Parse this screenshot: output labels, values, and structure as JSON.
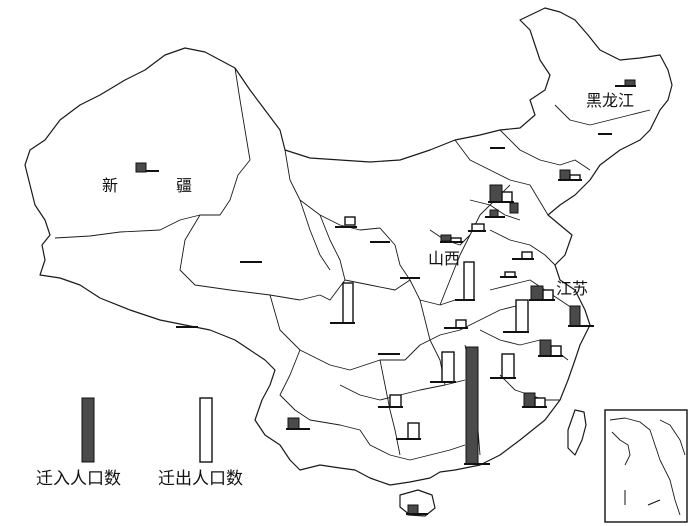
{
  "labels": {
    "xinjiang_1": "新",
    "xinjiang_2": "疆",
    "heilongjiang": "黑龙江",
    "shanxi": "山西",
    "jiangsu": "江苏"
  },
  "legend": {
    "in_label": "迁入人口数",
    "out_label": "迁出人口数"
  },
  "colors": {
    "in_bar": "#4a4a4a",
    "out_bar": "#ffffff",
    "outline": "#1a1a1a"
  }
}
